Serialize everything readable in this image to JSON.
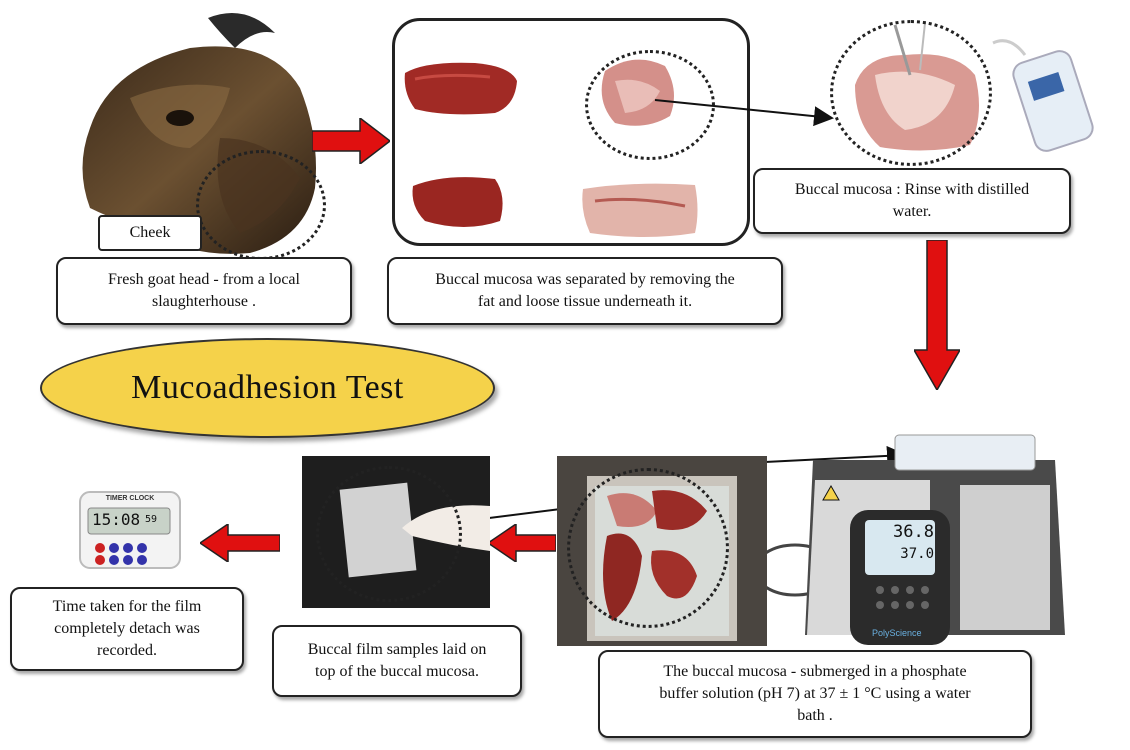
{
  "title": "Mucoadhesion Test",
  "captions": {
    "cheek": "Cheek",
    "goat_head": [
      "Fresh goat head - from a local",
      "slaughterhouse ."
    ],
    "separated": [
      "Buccal mucosa was separated by removing the",
      "fat and loose tissue underneath it."
    ],
    "rinse": [
      "Buccal mucosa : Rinse with distilled",
      "water."
    ],
    "submerged": [
      "The buccal mucosa - submerged in a phosphate",
      "buffer solution (pH 7) at 37 ± 1 °C using a water",
      "bath ."
    ],
    "film_samples": [
      "Buccal film samples laid on",
      "top of the buccal mucosa."
    ],
    "time_taken": [
      "Time taken for the film",
      "completely detach was",
      "recorded."
    ]
  },
  "device_readouts": {
    "timer_label": "TIMER CLOCK",
    "timer_display": "15:08",
    "timer_seconds": "59",
    "bath_display_top": "36.8",
    "bath_display_bottom": "37.0",
    "bath_brand": "PolyScience"
  },
  "colors": {
    "arrow": "#e01010",
    "title_fill": "#f5d24a",
    "tissue": "#a8352e",
    "tissue_light": "#d99a93"
  }
}
